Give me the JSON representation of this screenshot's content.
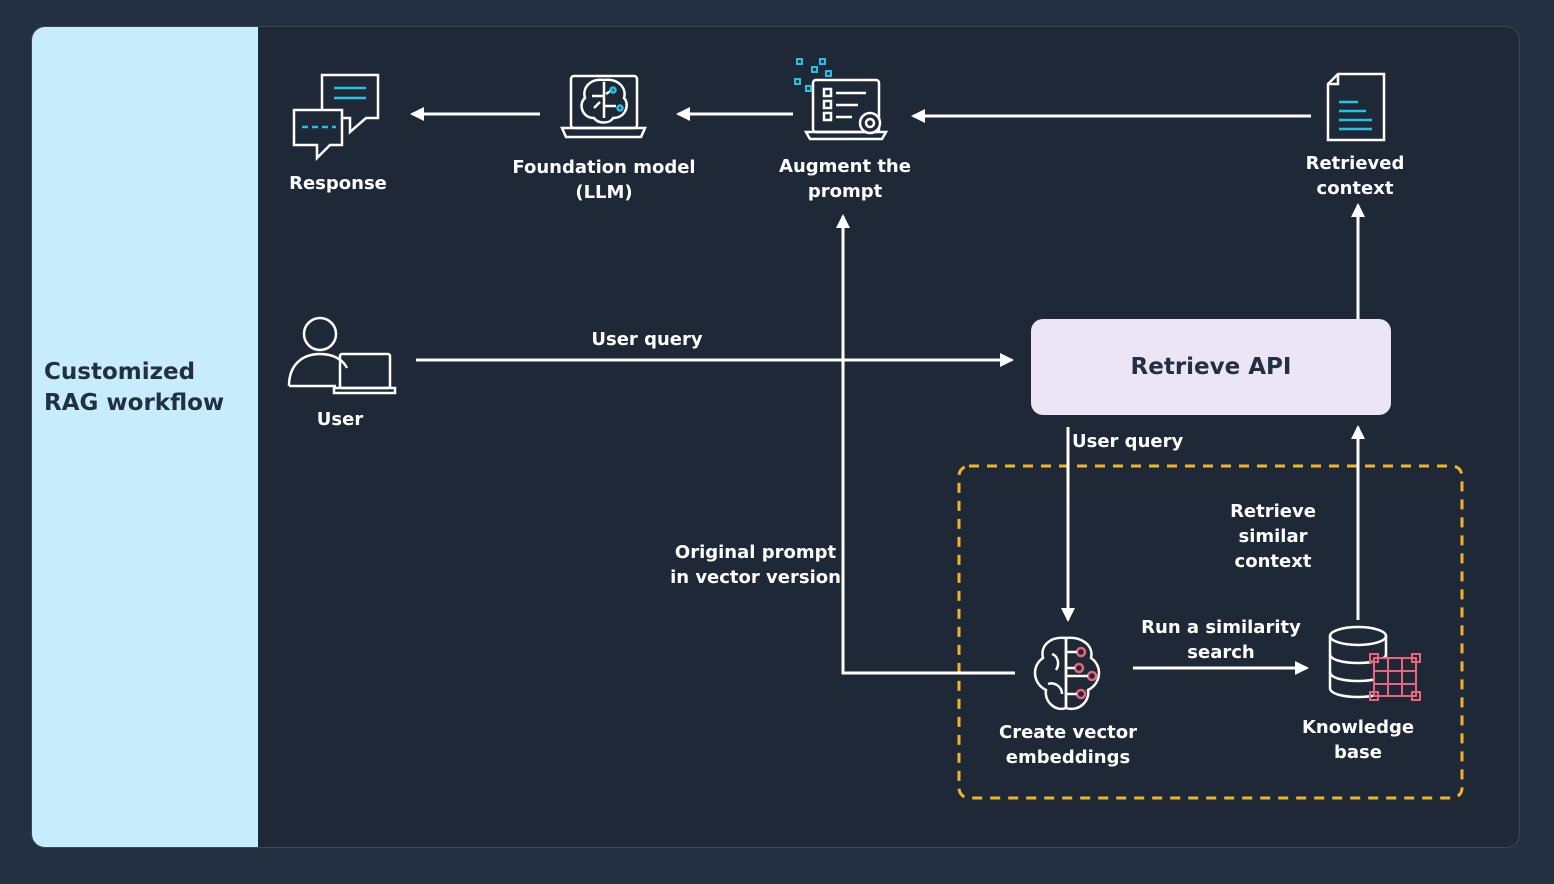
{
  "sidebar": {
    "title": "Customized RAG workflow"
  },
  "nodes": {
    "response": "Response",
    "foundation_model": "Foundation model\n(LLM)",
    "augment_prompt": "Augment the\nprompt",
    "retrieved_context": "Retrieved\ncontext",
    "user": "User",
    "retrieve_api": "Retrieve API",
    "create_embeddings": "Create vector\nembeddings",
    "knowledge_base": "Knowledge\nbase"
  },
  "edges": {
    "user_query_top": "User query",
    "user_query_down": "User query",
    "original_prompt": "Original prompt\nin vector version",
    "retrieve_similar": "Retrieve similar\ncontext",
    "similarity_search": "Run a similarity\nsearch"
  },
  "colors": {
    "background": "#223042",
    "sidebar": "#c7ecfb",
    "api_box": "#ece5f7",
    "accent_cyan": "#22c3e6",
    "accent_pink": "#e8657b",
    "dashed_border": "#f0b429"
  },
  "icons": {
    "response": "chat-bubbles-icon",
    "foundation_model": "brain-laptop-icon",
    "augment_prompt": "document-gear-icon",
    "retrieved_context": "document-icon",
    "user": "user-laptop-icon",
    "create_embeddings": "brain-circuit-icon",
    "knowledge_base": "database-grid-icon"
  }
}
